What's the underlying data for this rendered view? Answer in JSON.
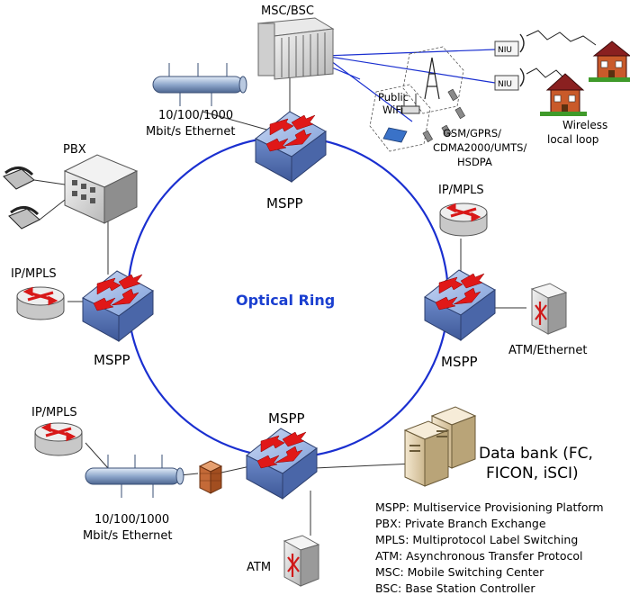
{
  "ring_title": "Optical Ring",
  "mspp_label": "MSPP",
  "labels": {
    "msc_bsc": "MSC/BSC",
    "ethernet_top_1": "10/100/1000",
    "ethernet_top_2": "Mbit/s Ethernet",
    "pbx": "PBX",
    "ipmpls_left": "IP/MPLS",
    "ipmpls_right": "IP/MPLS",
    "ipmpls_bottom": "IP/MPLS",
    "atm_ethernet": "ATM/Ethernet",
    "public_wifi_1": "Public",
    "public_wifi_2": "WiFi",
    "cellular_1": "GSM/GPRS/",
    "cellular_2": "CDMA2000/UMTS/",
    "cellular_3": "HSDPA",
    "niu_1": "NIU",
    "niu_2": "NIU",
    "wireless_1": "Wireless",
    "wireless_2": "local loop",
    "databank_1": "Data bank (FC,",
    "databank_2": "FICON, iSCI)",
    "ethernet_bottom_1": "10/100/1000",
    "ethernet_bottom_2": "Mbit/s Ethernet",
    "atm": "ATM"
  },
  "legend": [
    "MSPP: Multiservice Provisioning Platform",
    "PBX: Private Branch Exchange",
    "MPLS: Multiprotocol Label Switching",
    "ATM: Asynchronous Transfer Protocol",
    "MSC: Mobile Switching Center",
    "BSC: Base Station Controller"
  ],
  "colors": {
    "ring": "#1a2fd0",
    "switch_top": "#9fb8e6",
    "switch_side": "#5b78b8",
    "arrow": "#e01818",
    "link": "#333333"
  }
}
